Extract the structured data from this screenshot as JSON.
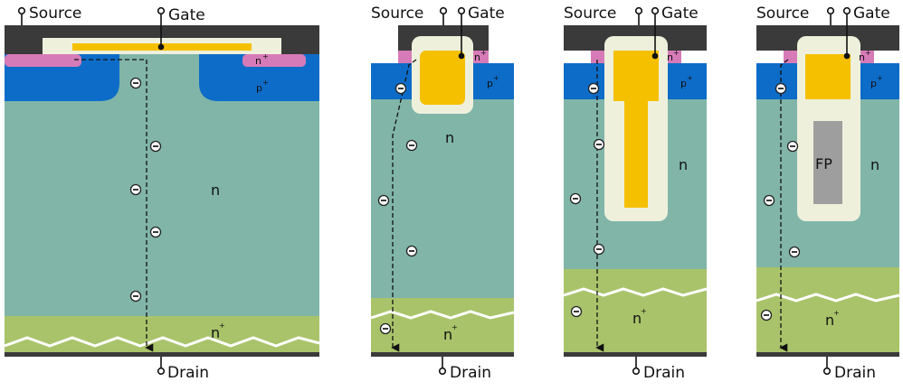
{
  "labels": {
    "source": "Source",
    "gate": "Gate",
    "drain": "Drain",
    "n": "n",
    "n_plus_top": "n",
    "p_plus": "p",
    "n_plus_bottom": "n",
    "plus": "+",
    "fp": "FP",
    "electron": "−"
  },
  "colors": {
    "metal": "#3a3a3a",
    "oxide": "#eef0dc",
    "gate": "#f5c000",
    "n_drift": "#80b5a8",
    "n_plus_sub": "#a9c36a",
    "p_plus": "#0d6cc8",
    "n_plus_src": "#d77bb8",
    "field_plate": "#9e9e9e"
  }
}
